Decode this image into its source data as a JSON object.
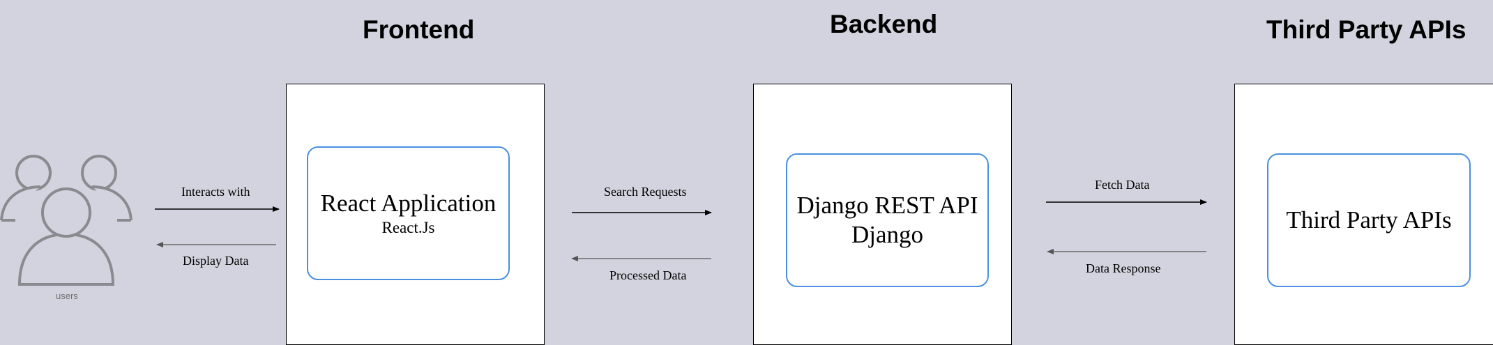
{
  "sections": {
    "frontend": {
      "title": "Frontend",
      "node_title": "React Application",
      "node_subtitle": "React.Js"
    },
    "backend": {
      "title": "Backend",
      "node_title": "Django REST API",
      "node_subtitle": "Django"
    },
    "third_party": {
      "title": "Third Party APIs",
      "node_title": "Third Party APIs"
    }
  },
  "actor": {
    "icon": "users-icon",
    "label": "users"
  },
  "edges": {
    "users_to_frontend": "Interacts with",
    "frontend_to_users": "Display Data",
    "frontend_to_backend": "Search Requests",
    "backend_to_frontend": "Processed Data",
    "backend_to_third_party": "Fetch Data",
    "third_party_to_backend": "Data Response"
  },
  "colors": {
    "background": "#d3d3df",
    "node_border": "#4a8fe0",
    "icon_stroke": "#8a8a90"
  }
}
